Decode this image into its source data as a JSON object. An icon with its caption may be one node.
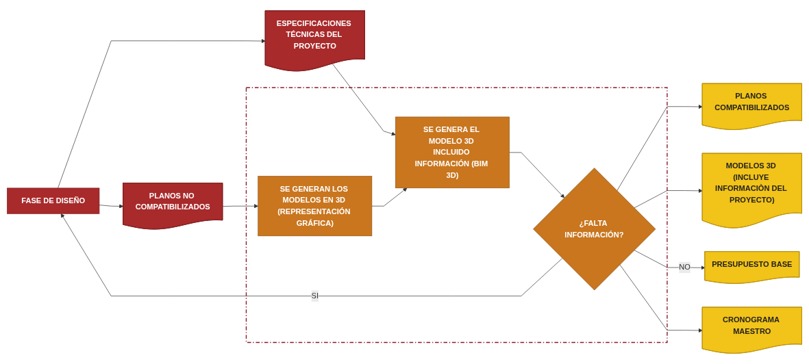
{
  "diagram": {
    "nodes": [
      {
        "text": [
          "FASE DE DISEÑO"
        ]
      },
      {
        "text": [
          "PLANOS NO COMPATIBILIZADOS"
        ]
      },
      {
        "text": [
          "ESPECIFICACIONES TÉCNICAS DEL PROYECTO"
        ]
      },
      {
        "text": [],
        "shape": "box"
      },
      {
        "text": [
          "SE GENERAN LOS MODELOS EN 3D (REPRESENTACIÓN GRÁFICA)"
        ],
        "in": 3
      },
      {
        "text": [
          "SE GENERA EL MODELO 3D INCLUIDO INFORMACIÓN (BIM 3D)"
        ],
        "in": 3
      },
      {
        "text": [
          "¿FALTA INFORMACIÓN?"
        ],
        "in": 3
      },
      {
        "text": [
          "PLANOS COMPATIBILIZADOS"
        ]
      },
      {
        "text": [
          "MODELOS 3D (INCLUYE INFORMACIÒN DEL PROYECTO)"
        ]
      },
      {
        "text": [
          "PRESUPUESTO BASE"
        ]
      },
      {
        "text": [
          "CRONOGRAMA MAESTRO"
        ]
      }
    ],
    "edges": [
      {
        "from": 0,
        "to": 1,
        "arrow": "to"
      },
      {
        "from": 0,
        "to": 2,
        "arrow": "to"
      },
      {
        "from": 1,
        "to": 4,
        "arrow": "to"
      },
      {
        "from": 2,
        "to": 5,
        "arrow": "to"
      },
      {
        "from": 4,
        "to": 5,
        "arrow": "to"
      },
      {
        "from": 5,
        "to": 6,
        "arrow": "to"
      },
      {
        "from": 6,
        "to": 0,
        "arrow": "to",
        "label": "SI"
      },
      {
        "from": 6,
        "to": 7,
        "arrow": "to"
      },
      {
        "from": 6,
        "to": 8,
        "arrow": "to"
      },
      {
        "from": 6,
        "to": 9,
        "arrow": "to",
        "label": "NO"
      },
      {
        "from": 6,
        "to": 10,
        "arrow": "to"
      }
    ]
  }
}
